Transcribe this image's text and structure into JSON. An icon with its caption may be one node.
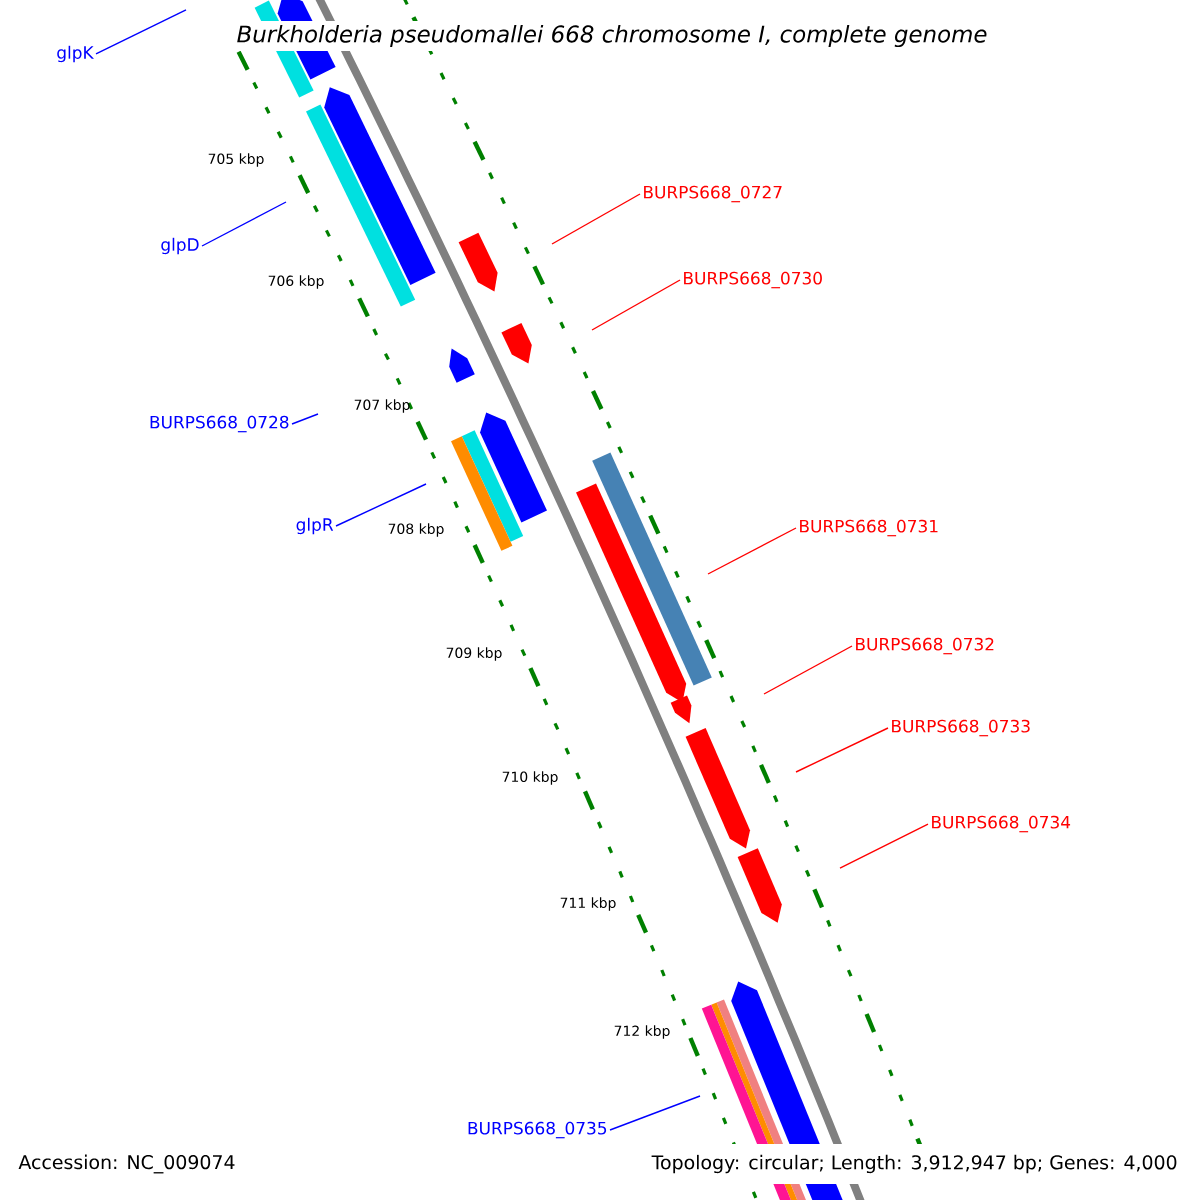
{
  "diagram": {
    "title": "Burkholderia pseudomallei 668 chromosome I, complete genome",
    "nodes": [
      {
        "text": [
          "glpK"
        ]
      },
      {
        "text": [
          "glpD"
        ]
      },
      {
        "text": [
          "BURPS668_0728"
        ]
      },
      {
        "text": [
          "glpR"
        ]
      },
      {
        "text": [
          "BURPS668_0735"
        ]
      },
      {
        "text": [
          "BURPS668_0727"
        ]
      },
      {
        "text": [
          "BURPS668_0730"
        ]
      },
      {
        "text": [
          "BURPS668_0731"
        ]
      },
      {
        "text": [
          "BURPS668_0732"
        ]
      },
      {
        "text": [
          "BURPS668_0733"
        ]
      },
      {
        "text": [
          "BURPS668_0734"
        ]
      }
    ],
    "edges": [
      {
        "from": 0,
        "to": null,
        "arrow": "none",
        "color": "#0000ff"
      },
      {
        "from": 1,
        "to": null,
        "arrow": "none",
        "color": "#0000ff"
      },
      {
        "from": 2,
        "to": null,
        "arrow": "none",
        "color": "#0000ff"
      },
      {
        "from": 3,
        "to": null,
        "arrow": "none",
        "color": "#0000ff"
      },
      {
        "from": 4,
        "to": null,
        "arrow": "none",
        "color": "#0000ff"
      },
      {
        "from": 5,
        "to": null,
        "arrow": "none"
      },
      {
        "from": 6,
        "to": null,
        "arrow": "none"
      },
      {
        "from": 7,
        "to": null,
        "arrow": "none"
      },
      {
        "from": 8,
        "to": null,
        "arrow": "none"
      },
      {
        "from": 9,
        "to": null,
        "arrow": "none"
      },
      {
        "from": 10,
        "to": null,
        "arrow": "none"
      }
    ],
    "labels": [
      "705 kbp",
      "706 kbp",
      "707 kbp",
      "708 kbp",
      "709 kbp",
      "710 kbp",
      "711 kbp",
      "712 kbp",
      "Accession: NC_009074",
      "Topology: circular; Length: 3,912,947 bp; Genes: 4,000"
    ]
  }
}
